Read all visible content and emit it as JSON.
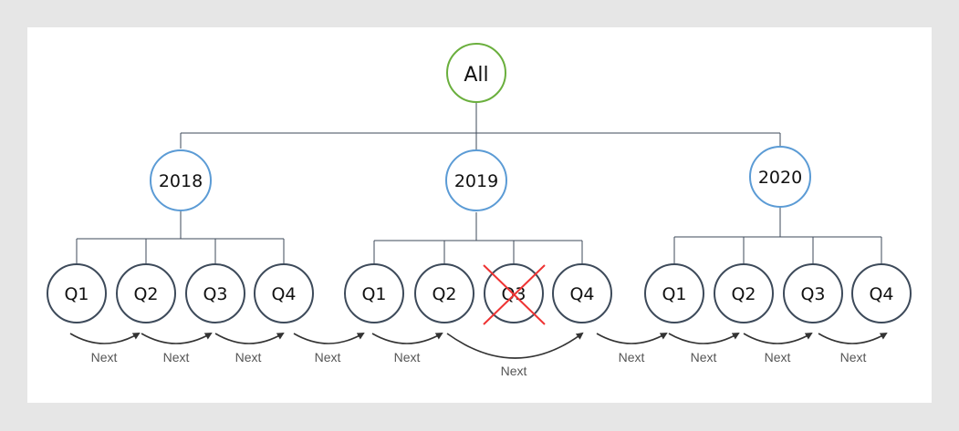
{
  "root": {
    "label": "All",
    "color": "#6aaf3d"
  },
  "years": [
    {
      "label": "2018",
      "quarters": [
        "Q1",
        "Q2",
        "Q3",
        "Q4"
      ]
    },
    {
      "label": "2019",
      "quarters": [
        "Q1",
        "Q2",
        "Q3",
        "Q4"
      ],
      "removed_quarter": "Q3"
    },
    {
      "label": "2020",
      "quarters": [
        "Q1",
        "Q2",
        "Q3",
        "Q4"
      ]
    }
  ],
  "transition_label": "Next",
  "colors": {
    "year_circle": "#5b9bd5",
    "quarter_circle": "#3d4a5a",
    "connector": "#3d4a5a",
    "cross": "#ee3333",
    "background": "#e6e6e6",
    "panel": "#ffffff"
  }
}
